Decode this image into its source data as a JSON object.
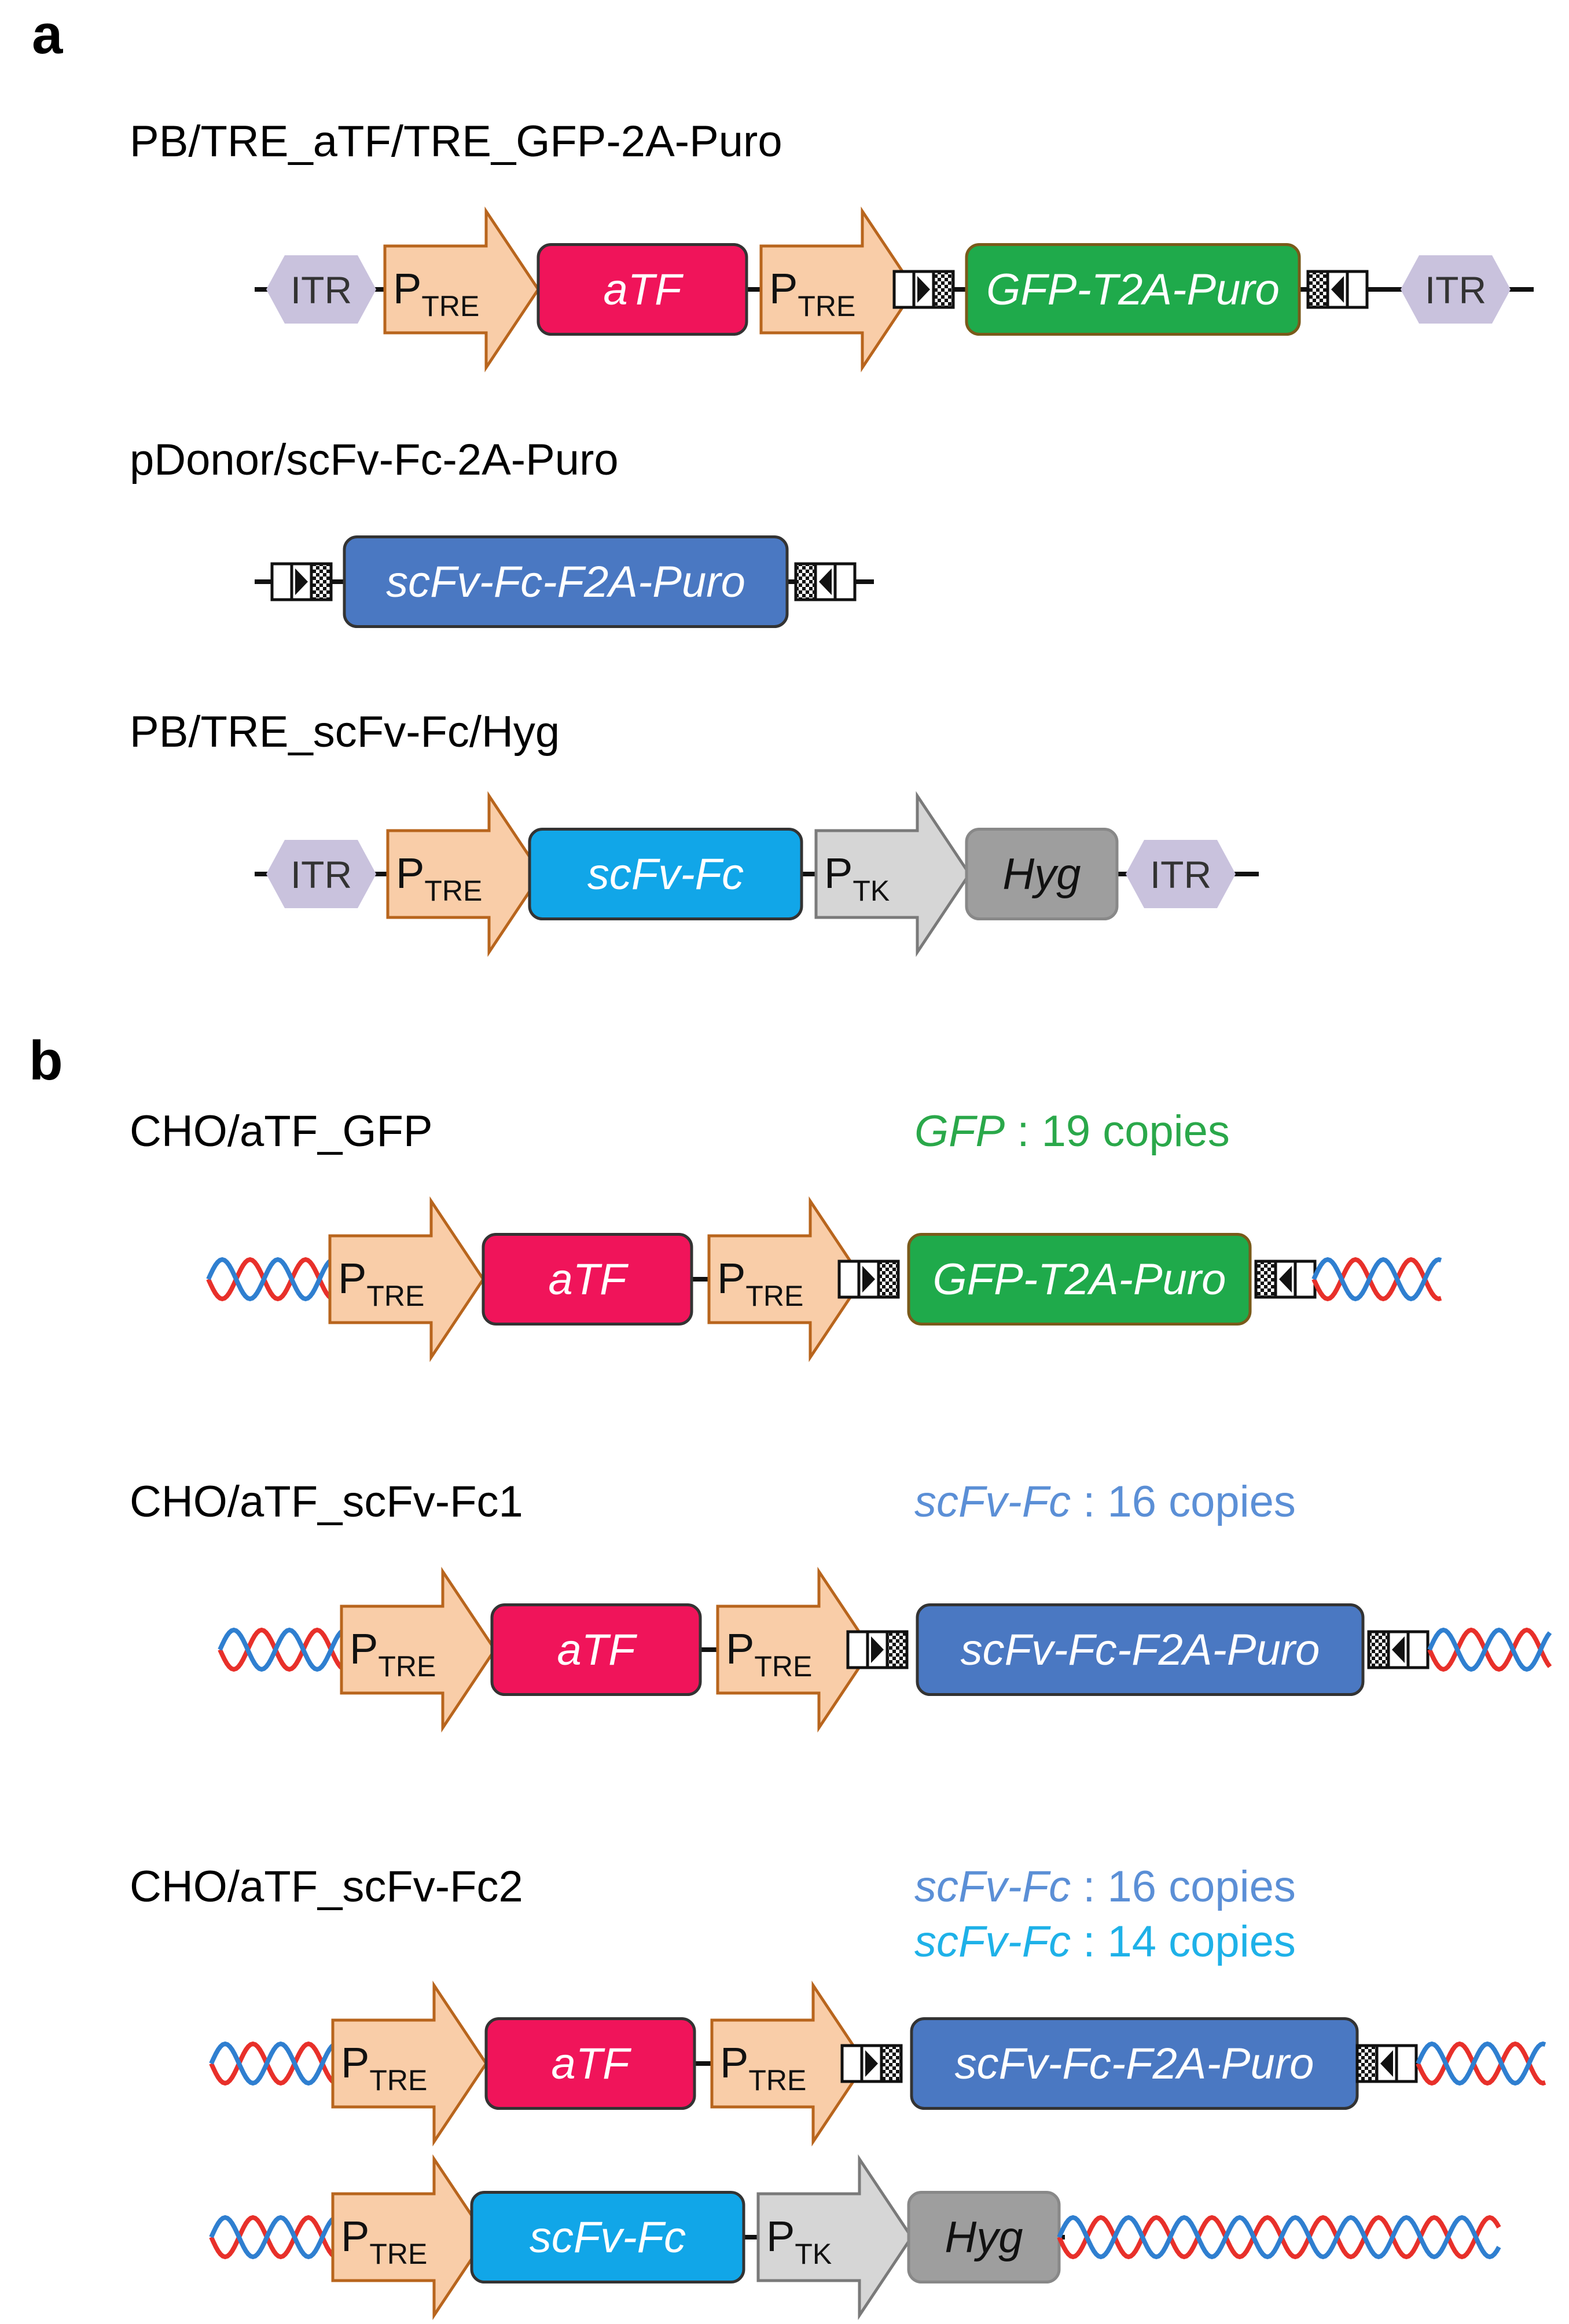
{
  "panels": {
    "a": {
      "letter": "a",
      "constructs": [
        {
          "name": "PB/TRE_aTF/TRE_GFP-2A-Puro"
        },
        {
          "name": "pDonor/scFv-Fc-2A-Puro"
        },
        {
          "name": "PB/TRE_scFv-Fc/Hyg"
        }
      ]
    },
    "b": {
      "letter": "b",
      "lines": [
        {
          "name": "CHO/aTF_GFP",
          "copies": [
            {
              "gene": "GFP",
              "text": " : 19 copies",
              "color": "#2aa84a"
            }
          ]
        },
        {
          "name": "CHO/aTF_scFv-Fc1",
          "copies": [
            {
              "gene": "scFv-Fc",
              "text": " : 16 copies",
              "color": "#5b8fd6"
            }
          ]
        },
        {
          "name": "CHO/aTF_scFv-Fc2",
          "copies": [
            {
              "gene": "scFv-Fc",
              "text": " : 16 copies",
              "color": "#5b8fd6"
            },
            {
              "gene": "scFv-Fc",
              "text": " : 14 copies",
              "color": "#1eb1e8"
            }
          ]
        }
      ]
    }
  },
  "elements": {
    "itr": "ITR",
    "promoter_main": "P",
    "promoter_tre_sub": "TRE",
    "promoter_tk_sub": "TK",
    "atf": "aTF",
    "gfp_puro": "GFP-T2A-Puro",
    "scfv_fc_puro": "scFv-Fc-F2A-Puro",
    "scfv_fc": "scFv-Fc",
    "hyg": "Hyg"
  },
  "colors": {
    "itr": "#c9c2dd",
    "promoter_fill": "#f9cda8",
    "promoter_stroke": "#b8651d",
    "tk_fill": "#d6d6d6",
    "tk_stroke": "#7a7a7a",
    "atf": "#f0145a",
    "gfp": "#1faa4b",
    "scfv_puro": "#4a78c2",
    "scfv": "#11a6e8",
    "hyg": "#9e9e9e",
    "dna_red": "#e8302a",
    "dna_blue": "#2f7fd0"
  }
}
